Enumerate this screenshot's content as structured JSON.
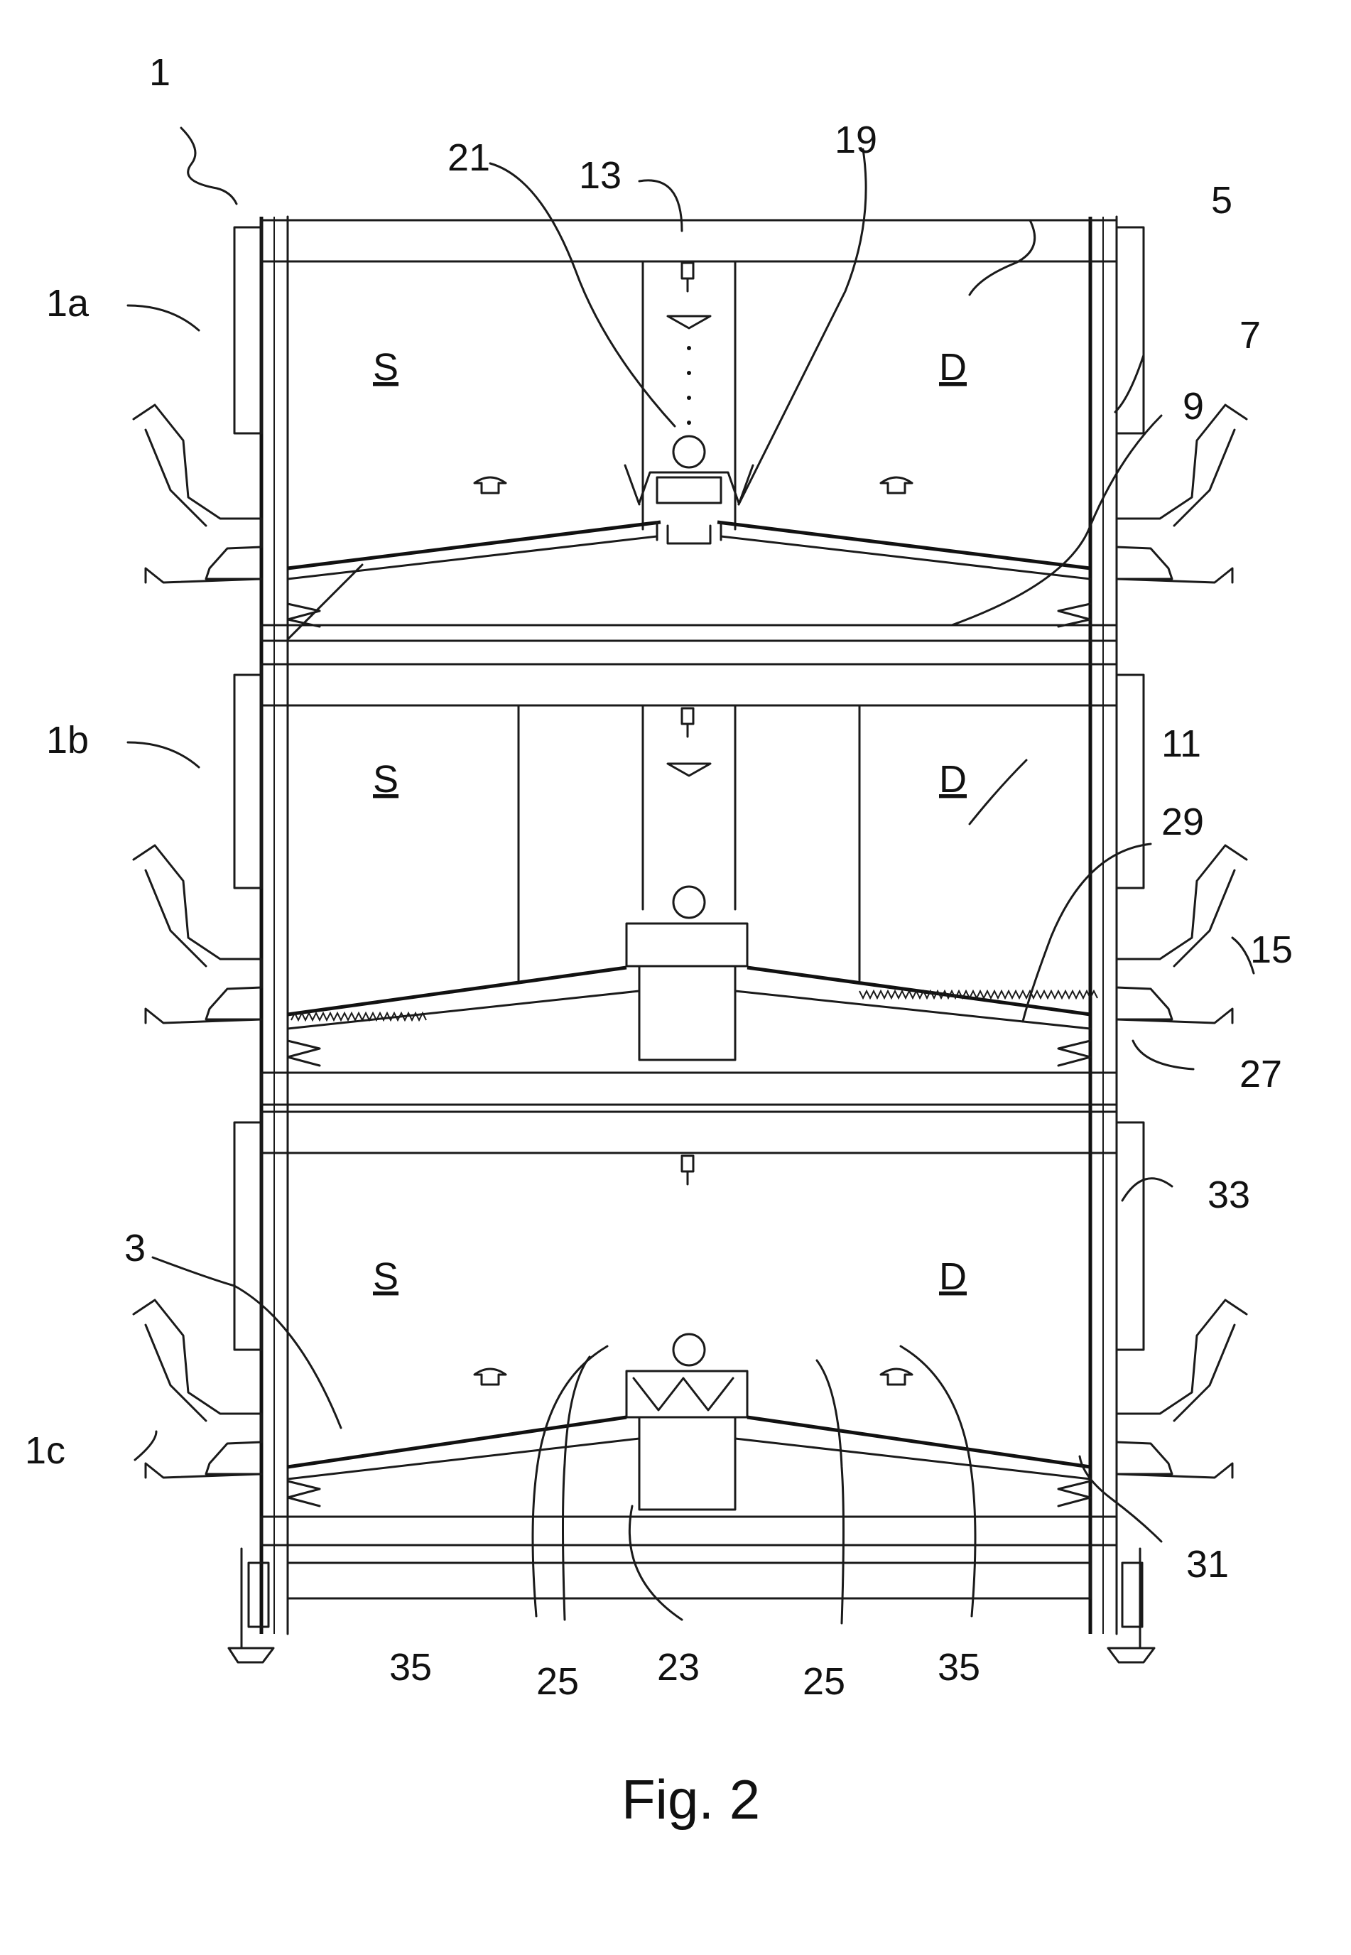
{
  "figure": {
    "caption": "Fig. 2"
  },
  "zones": {
    "left": "S",
    "right": "D"
  },
  "refs": {
    "r1": "1",
    "r1a": "1a",
    "r1b": "1b",
    "r1c": "1c",
    "r3": "3",
    "r5": "5",
    "r7": "7",
    "r9": "9",
    "r11": "11",
    "r13": "13",
    "r15": "15",
    "r19": "19",
    "r21": "21",
    "r23": "23",
    "r25": "25",
    "r27": "27",
    "r29": "29",
    "r31": "31",
    "r33": "33",
    "r35": "35"
  }
}
